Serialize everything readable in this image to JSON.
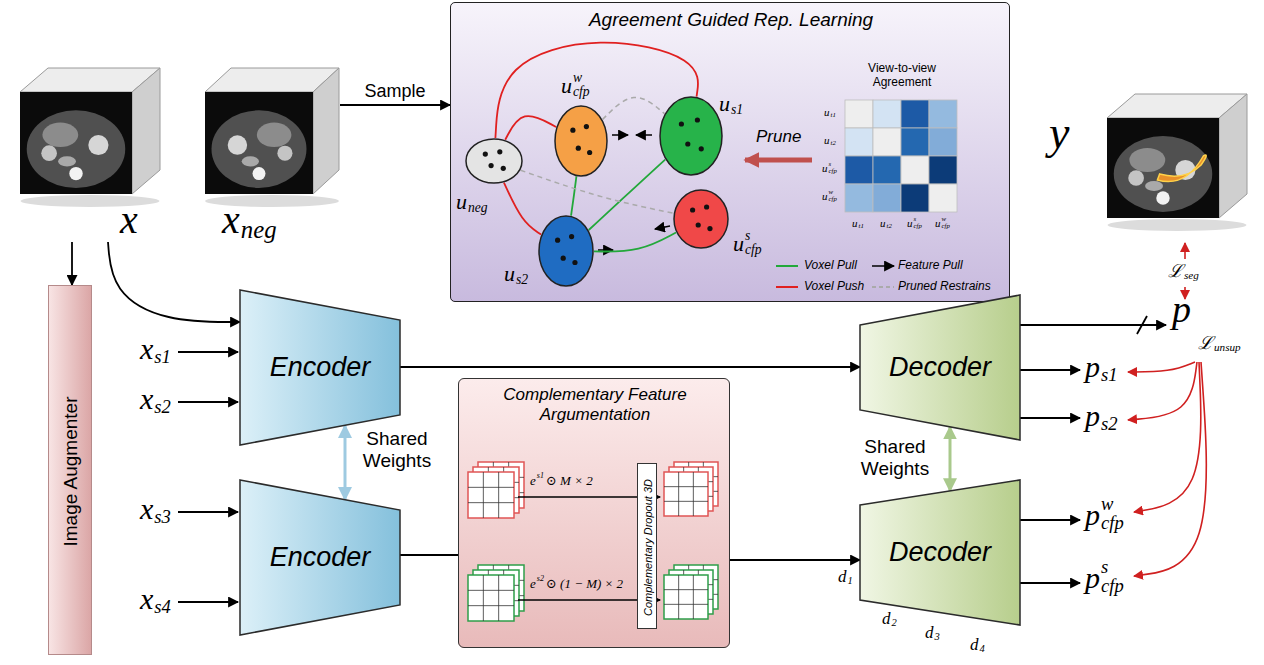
{
  "diagram": {
    "nodes": [
      {
        "text": [
          "x"
        ]
      },
      {
        "text": [
          "x",
          "neg"
        ]
      },
      {
        "text": [
          "Agreement Guided Rep. Learning"
        ]
      },
      {
        "text": [
          "u",
          "cfp",
          "w"
        ],
        "in": 2
      },
      {
        "text": [
          "u",
          "s1"
        ],
        "in": 2
      },
      {
        "text": [
          "u",
          "neg"
        ],
        "in": 2
      },
      {
        "text": [
          "u",
          "cfp",
          "s"
        ],
        "in": 2
      },
      {
        "text": [
          "u",
          "s2"
        ],
        "in": 2
      },
      {
        "text": [
          "y"
        ]
      },
      {
        "text": [
          "Image Augmenter"
        ]
      },
      {
        "text": [
          "Encoder"
        ]
      },
      {
        "text": [
          "Decoder"
        ]
      },
      {
        "text": [
          "Complementary Feature Argumentation"
        ]
      },
      {
        "text": [
          "Complementary Dropout 3D"
        ],
        "in": 12
      },
      {
        "text": [
          "Encoder"
        ]
      },
      {
        "text": [
          "Decoder"
        ]
      }
    ],
    "edges": [
      {
        "from": 1,
        "to": 2,
        "label": "Sample",
        "arrow": "to"
      },
      {
        "from": 5,
        "to": 3,
        "arrow": "none"
      },
      {
        "from": 5,
        "to": 4,
        "arrow": "none"
      },
      {
        "from": 7,
        "to": 5,
        "arrow": "none"
      },
      {
        "from": 7,
        "to": 3,
        "arrow": "none"
      },
      {
        "from": 7,
        "to": 4,
        "arrow": "none"
      },
      {
        "from": 7,
        "to": 6,
        "arrow": "none"
      },
      {
        "from": 5,
        "to": 6,
        "arrow": "none"
      },
      {
        "from": 3,
        "to": 4,
        "arrow": "none"
      },
      {
        "from": 0,
        "to": 9,
        "arrow": "to"
      },
      {
        "from": 0,
        "to": 10,
        "arrow": "to"
      },
      {
        "from": 10,
        "to": 11,
        "arrow": "to"
      },
      {
        "from": 10,
        "to": 14,
        "arrow": "both"
      },
      {
        "from": 11,
        "to": 15,
        "arrow": "both"
      },
      {
        "from": 14,
        "to": 12,
        "arrow": "none"
      },
      {
        "from": 12,
        "to": 15,
        "arrow": "to"
      }
    ],
    "labels": [
      "View-to-view Agreement",
      "u",
      "t1",
      "u",
      "t2",
      "u",
      "cfp",
      "s",
      "u",
      "cfp",
      "w",
      "u",
      "t1",
      "u",
      "t2",
      "u",
      "cfp",
      "s",
      "u",
      "cfp",
      "w",
      "Prune",
      "x",
      "s1",
      "x",
      "s2",
      "x",
      "s3",
      "x",
      "s4",
      "Shared Weights",
      "Shared Weights",
      "e",
      "s1",
      "⊙ M × 2",
      "e",
      "s2",
      "⊙ (1 − M) × 2",
      "p",
      "p",
      "s1",
      "p",
      "s2",
      "p",
      "cfp",
      "w",
      "p",
      "cfp",
      "s",
      "ℒ",
      "seg",
      "ℒ",
      "unsup",
      "d",
      "1",
      "d",
      "2",
      "d",
      "3",
      "d",
      "4"
    ],
    "legend": [
      {
        "text": "Voxel Pull"
      },
      {
        "text": "Feature Pull"
      },
      {
        "text": "Voxel Push"
      },
      {
        "text": "Pruned Restrains"
      }
    ]
  }
}
